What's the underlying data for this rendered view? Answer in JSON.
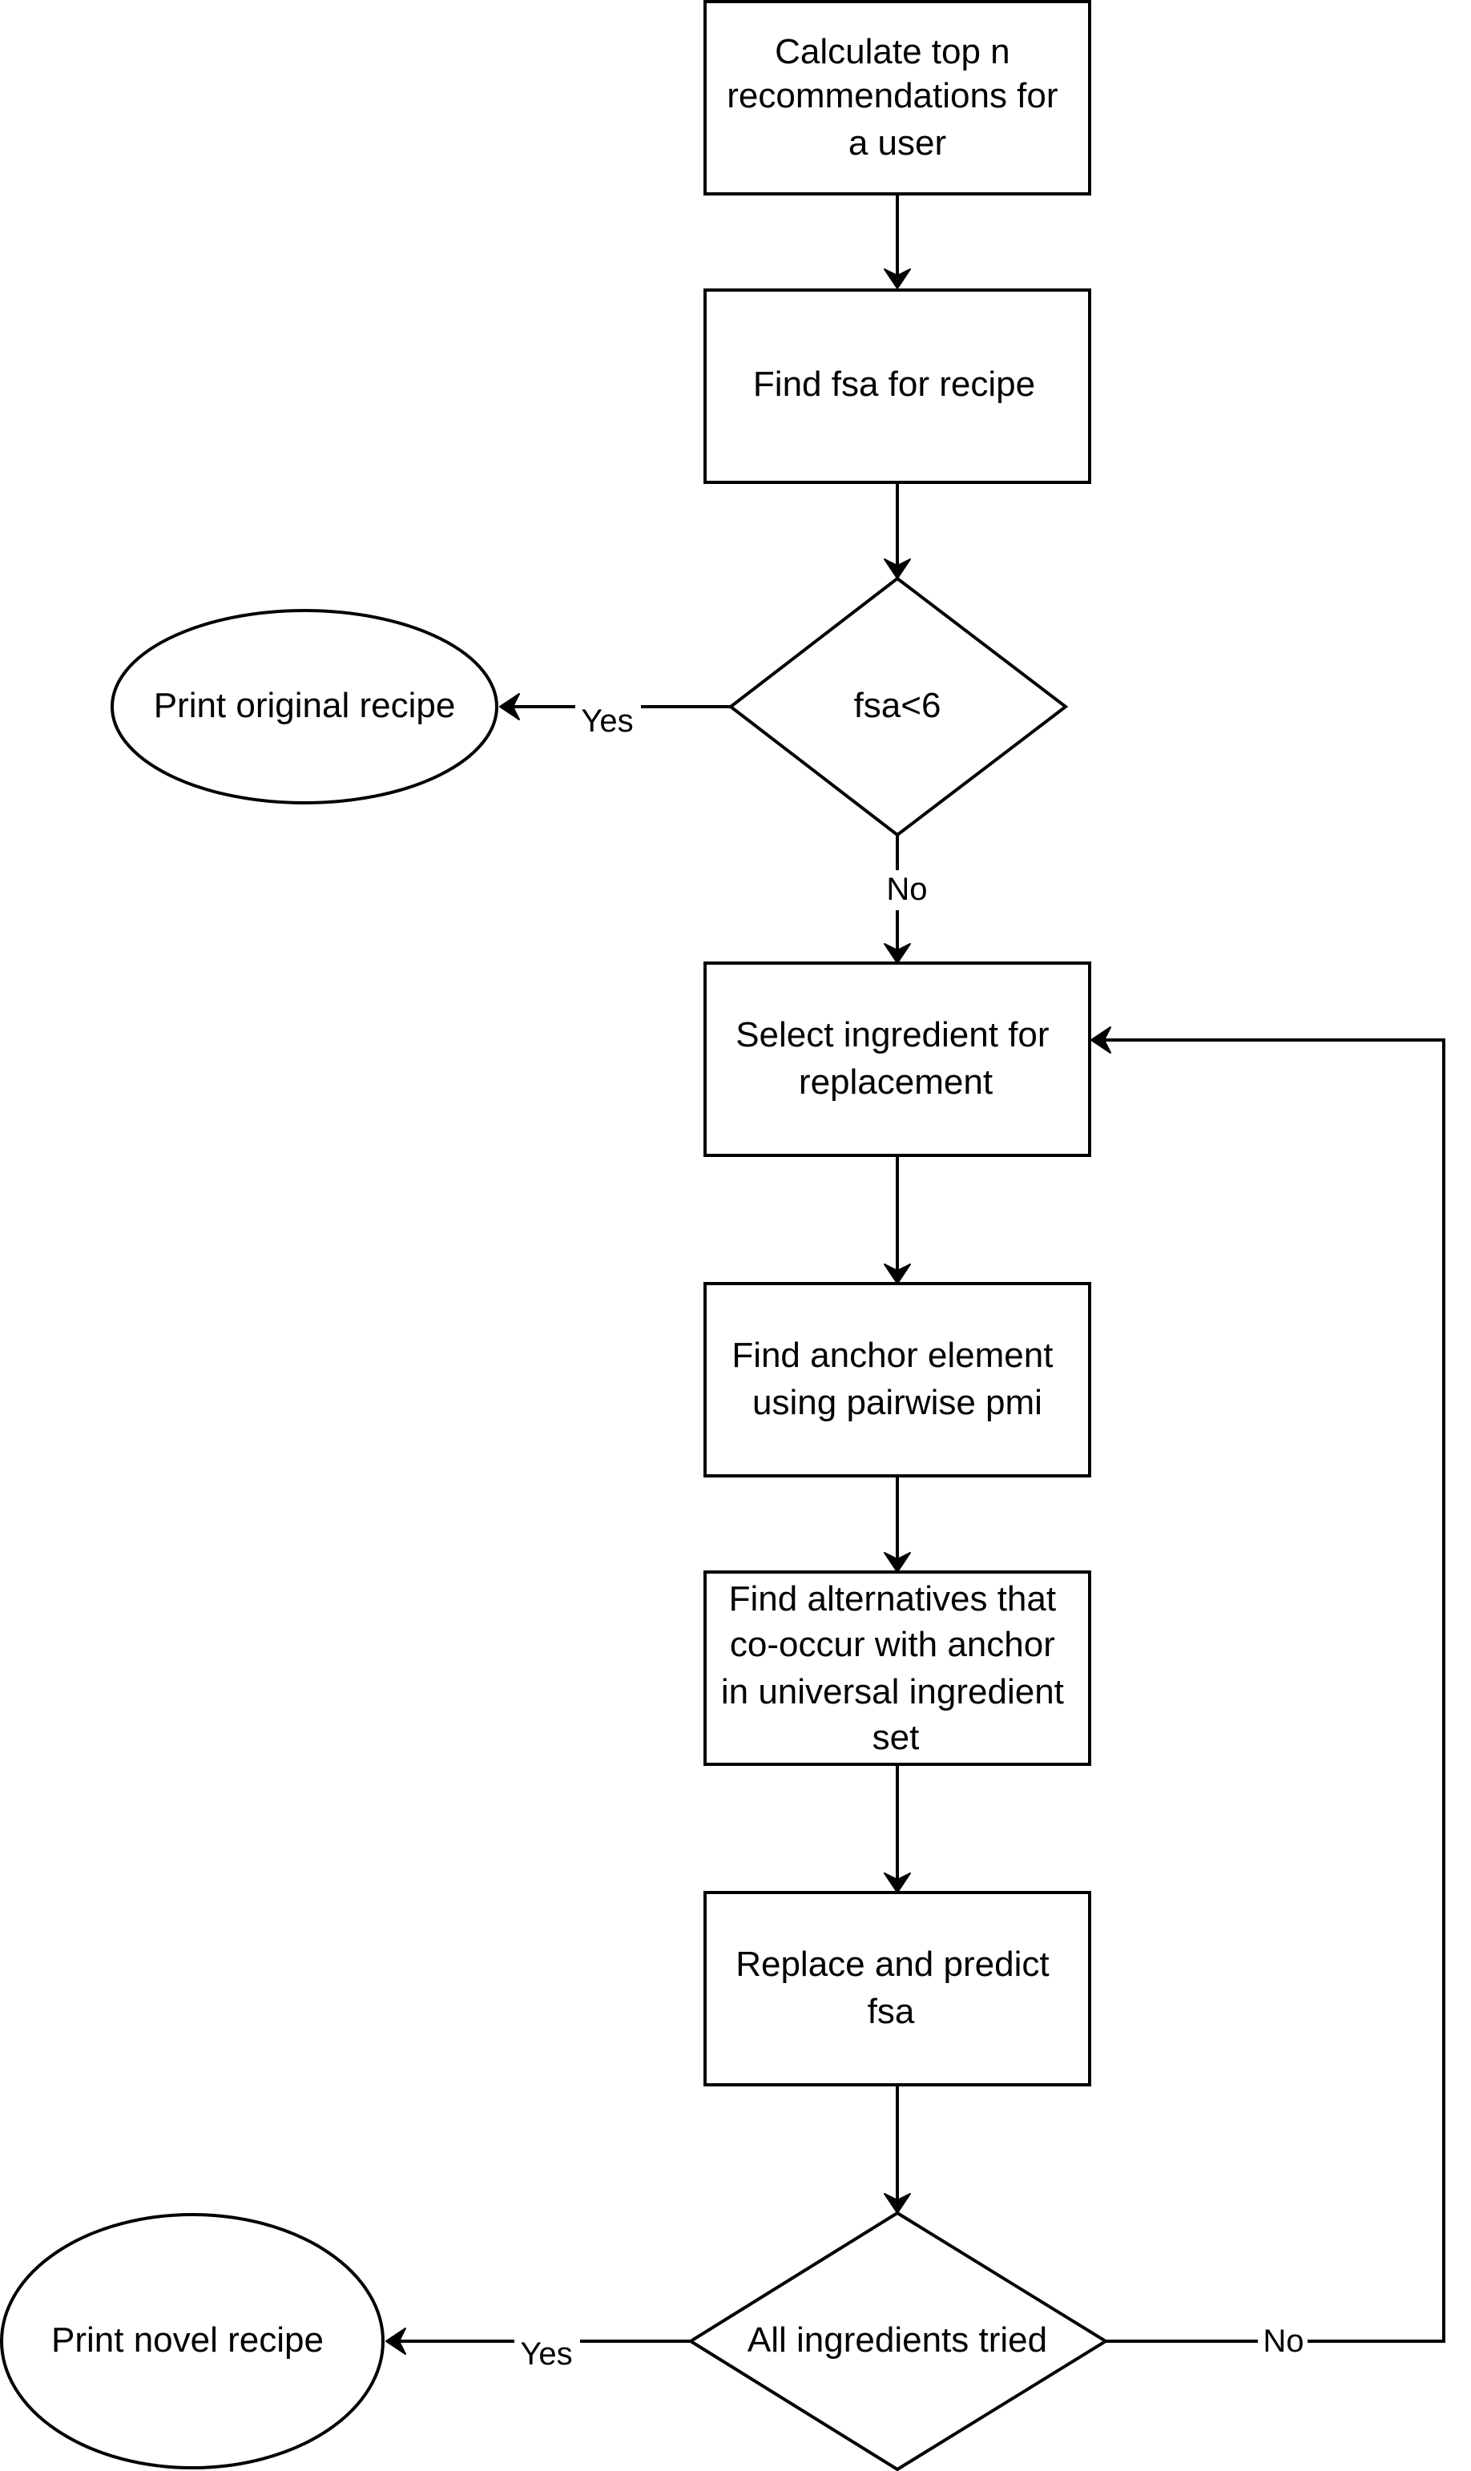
{
  "nodes": {
    "calc_top_n": {
      "lines": [
        "Calculate top n",
        "recommendations for",
        "a user"
      ]
    },
    "find_fsa": {
      "lines": [
        "Find fsa for recipe"
      ]
    },
    "fsa_check": {
      "lines": [
        "fsa<6"
      ]
    },
    "print_original": {
      "lines": [
        "Print original recipe"
      ]
    },
    "select_ingredient": {
      "lines": [
        "Select ingredient for",
        "replacement"
      ]
    },
    "find_anchor": {
      "lines": [
        "Find anchor element",
        "using pairwise pmi"
      ]
    },
    "find_alternatives": {
      "lines": [
        "Find alternatives that",
        "co-occur with  anchor",
        "in universal ingredient",
        "set"
      ]
    },
    "replace_predict": {
      "lines": [
        "Replace and predict",
        "fsa"
      ]
    },
    "all_tried": {
      "lines": [
        "All ingredients tried"
      ]
    },
    "print_novel": {
      "lines": [
        "Print novel recipe"
      ]
    }
  },
  "edge_labels": {
    "fsa_yes": "Yes",
    "fsa_no": "No",
    "tried_yes": "Yes",
    "tried_no": "No"
  }
}
